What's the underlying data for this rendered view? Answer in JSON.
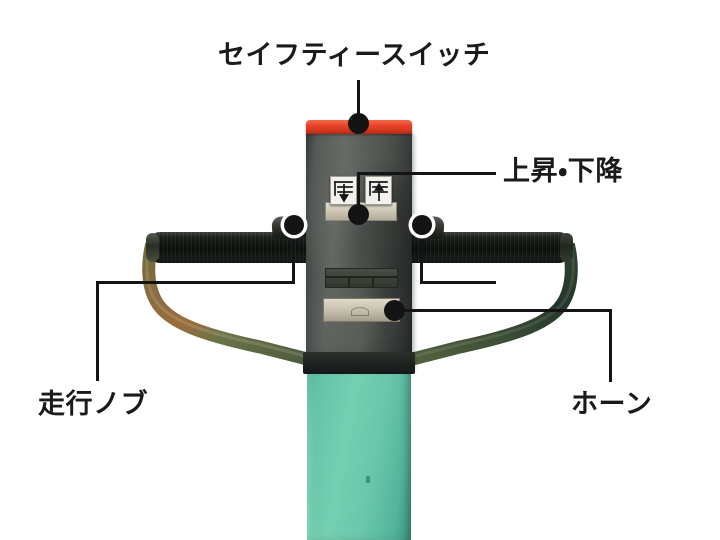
{
  "figure": {
    "title": "セイフティースイッチ",
    "background_color": "#ffffff",
    "subject": "forklift-tiller-control-head",
    "line_color": "#141414"
  },
  "callouts": [
    {
      "id": "safety-switch",
      "label": "セイフティースイッチ",
      "target": "red-safety-switch-bar",
      "position": "top-center"
    },
    {
      "id": "lift-lower",
      "label": "上昇・下降",
      "target": "lift-lower-pictogram-buttons",
      "position": "right-upper"
    },
    {
      "id": "travel-knob",
      "label": "走行ノブ",
      "target": "travel-knobs",
      "position": "bottom-left"
    },
    {
      "id": "horn",
      "label": "ホーン",
      "target": "horn-button-bar",
      "position": "bottom-right"
    }
  ],
  "parts": {
    "safety_switch": {
      "name": "safety-switch-bar",
      "color": "#e8432b"
    },
    "lift_button": {
      "name": "lift-button",
      "icon": "fork-up-arrow"
    },
    "lower_button": {
      "name": "lower-button",
      "icon": "fork-down-arrow"
    },
    "rocker": {
      "name": "lift-lower-rocker",
      "color": "#cdc8b6"
    },
    "recess_panel": {
      "name": "recessed-panel",
      "color": "#32362e"
    },
    "horn_bar": {
      "name": "horn-button",
      "color": "#cfc9b6"
    },
    "knob_left": {
      "name": "travel-knob-left",
      "color": "#33372f"
    },
    "knob_right": {
      "name": "travel-knob-right",
      "color": "#33372f"
    },
    "grip_left": {
      "name": "handle-grip-left",
      "color": "#0d110d"
    },
    "grip_right": {
      "name": "handle-grip-right",
      "color": "#0d110d"
    },
    "head": {
      "name": "control-head",
      "color": "#54585 4"
    },
    "mast": {
      "name": "mast-post",
      "color": "#63c3a6"
    }
  }
}
